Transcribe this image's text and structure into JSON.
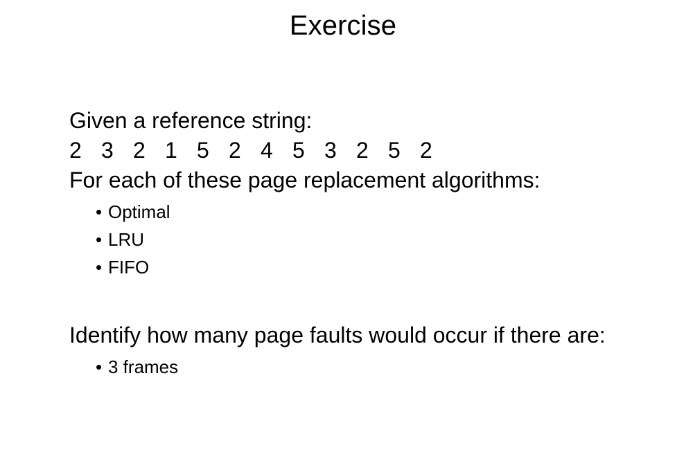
{
  "slide": {
    "title": "Exercise",
    "background_color": "#ffffff",
    "text_color": "#000000",
    "prompt_line": "Given a reference string:",
    "reference_string": [
      "2",
      "3",
      "2",
      "1",
      "5",
      "2",
      "4",
      "5",
      "3",
      "2",
      "5",
      "2"
    ],
    "algorithms_heading": "For each of these page replacement algorithms:",
    "algorithms": [
      {
        "bullet": "•",
        "label": "Optimal"
      },
      {
        "bullet": "•",
        "label": "LRU"
      },
      {
        "bullet": "•",
        "label": "FIFO"
      }
    ],
    "faults_heading": "Identify how many page faults would occur if there are:",
    "frames": [
      {
        "bullet": "•",
        "label": "3 frames"
      }
    ]
  }
}
